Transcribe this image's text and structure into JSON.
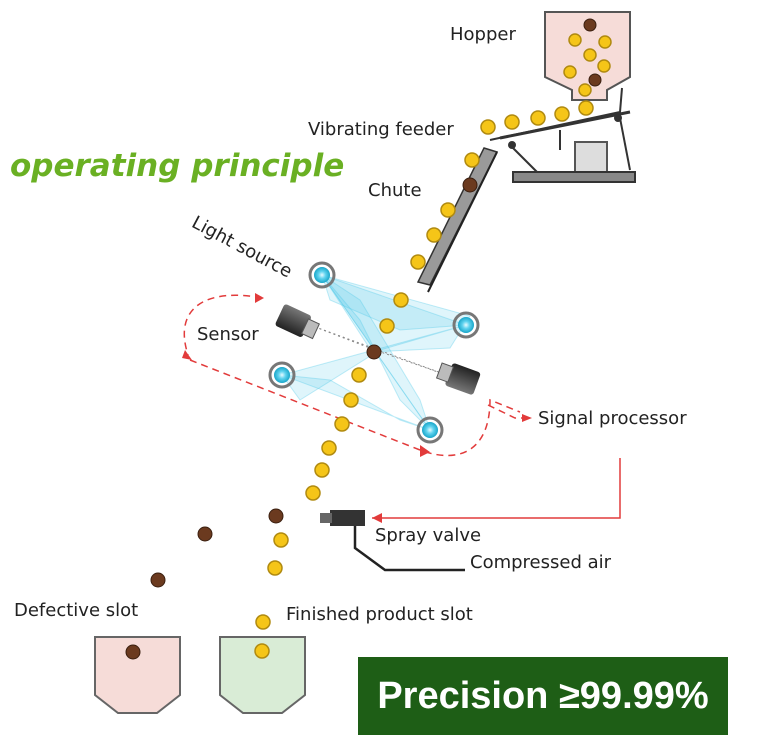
{
  "title": "operating principle",
  "labels": {
    "hopper": "Hopper",
    "vibrating_feeder": "Vibrating feeder",
    "chute": "Chute",
    "light_source": "Light source",
    "sensor": "Sensor",
    "signal_processor": "Signal processor",
    "spray_valve": "Spray valve",
    "compressed_air": "Compressed air",
    "defective_slot": "Defective slot",
    "finished_product_slot": "Finished product slot"
  },
  "badge": {
    "text": "Precision ≥99.99%",
    "color": "#1e5e16"
  },
  "colors": {
    "title": "#6ab023",
    "good_item": "#f5c518",
    "defective_item": "#6b3a1f",
    "signal_line": "#e23b3b",
    "light_beam": "#4cc9e8",
    "defective_bin": "#f6dcd8",
    "finished_bin": "#d9ecd6"
  },
  "icons": [
    "hopper-icon",
    "vibrating-feeder-icon",
    "chute-icon",
    "light-source-icon",
    "sensor-camera-icon",
    "spray-valve-icon",
    "bin-icon"
  ]
}
